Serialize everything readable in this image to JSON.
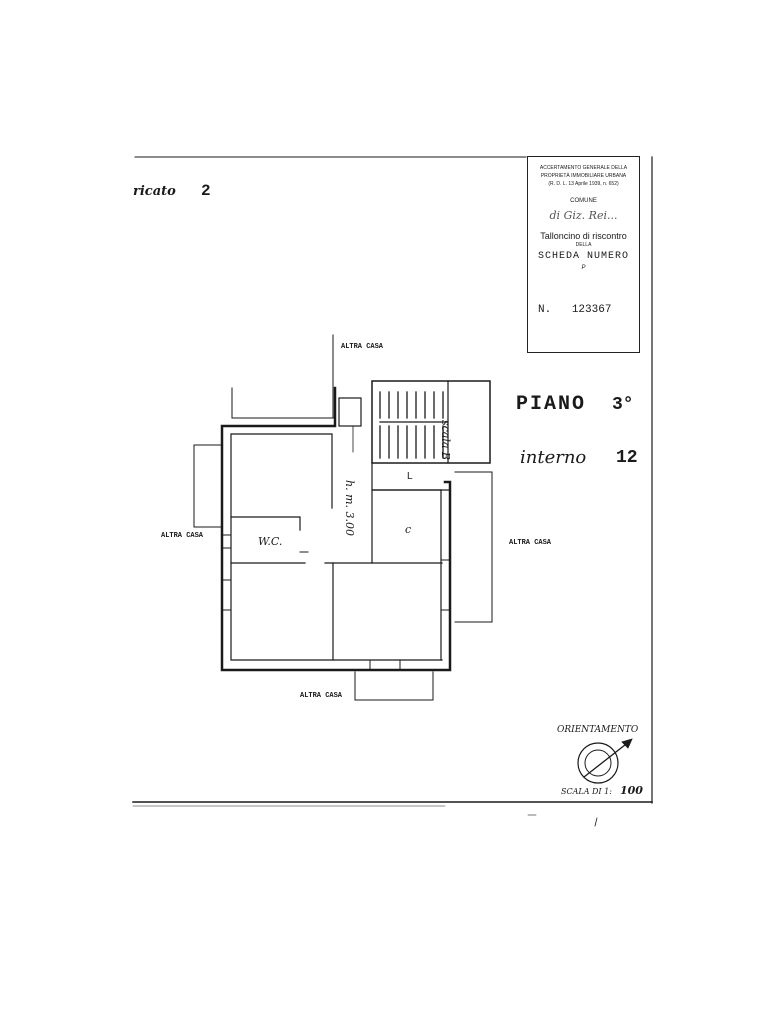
{
  "header": {
    "ricato_label": "ricato",
    "ricato_number": "2"
  },
  "stamp": {
    "line1": "ACCERTAMENTO GENERALE DELLA",
    "line2": "PROPRIETÀ IMMOBILIARE URBANA",
    "line3": "(R. D. L. 13 Aprile 1939, n. 652)",
    "comune_label": "COMUNE",
    "comune_name": "di Giz. Rei...",
    "talloncino": "Talloncino di riscontro",
    "della": "DELLA",
    "scheda": "SCHEDA NUMERO",
    "scheda_suffix": "P",
    "number_prefix": "N.",
    "number": "123367"
  },
  "floor": {
    "piano_label": "PIANO",
    "piano_value": "3°",
    "interno_label": "interno",
    "interno_value": "12"
  },
  "labels": {
    "altra_casa": "ALTRA CASA",
    "scala_b": "scala B",
    "height_note": "h. m. 3.00",
    "wc": "W.C.",
    "room_l": "L",
    "room_c": "c"
  },
  "footer": {
    "orientamento": "ORIENTAMENTO",
    "scala_label": "SCALA DI 1:",
    "scala_value": "100"
  },
  "colors": {
    "ink": "#1a1a1a",
    "paper": "#ffffff"
  }
}
